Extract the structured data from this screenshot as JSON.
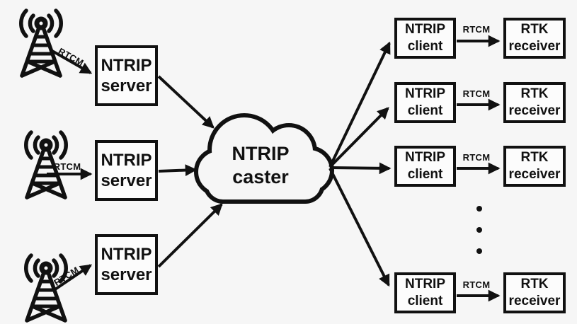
{
  "diagram": {
    "colors": {
      "background": "#f6f6f6",
      "ink": "#111111",
      "node_fill": "#fcfcfc"
    },
    "caster": {
      "line1": "NTRIP",
      "line2": "caster"
    },
    "servers": [
      {
        "line1": "NTRIP",
        "line2": "server"
      },
      {
        "line1": "NTRIP",
        "line2": "server"
      },
      {
        "line1": "NTRIP",
        "line2": "server"
      }
    ],
    "clients": [
      {
        "line1": "NTRIP",
        "line2": "client"
      },
      {
        "line1": "NTRIP",
        "line2": "client"
      },
      {
        "line1": "NTRIP",
        "line2": "client"
      },
      {
        "line1": "NTRIP",
        "line2": "client"
      }
    ],
    "receivers": [
      {
        "line1": "RTK",
        "line2": "receiver"
      },
      {
        "line1": "RTK",
        "line2": "receiver"
      },
      {
        "line1": "RTK",
        "line2": "receiver"
      },
      {
        "line1": "RTK",
        "line2": "receiver"
      }
    ],
    "edge_labels": {
      "antenna_to_server": [
        "RTCM",
        "RTCM",
        "RTCM"
      ],
      "client_to_receiver": [
        "RTCM",
        "RTCM",
        "RTCM",
        "RTCM"
      ]
    },
    "ellipsis": {
      "dot_count": 3
    }
  }
}
